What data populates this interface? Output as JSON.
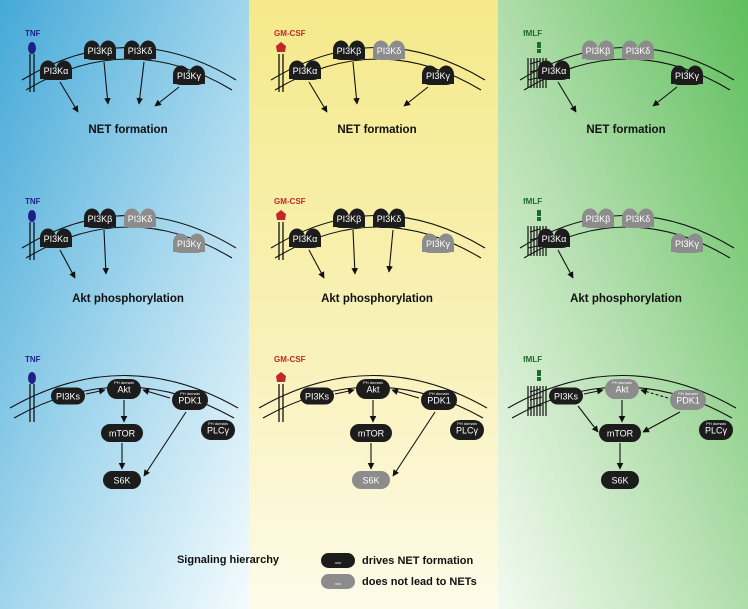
{
  "colors": {
    "active": "#1c1c1c",
    "inactive": "#8c8c8c",
    "tnf": "#1f1f8a",
    "gmcsf": "#c0282b",
    "fmlf": "#1e6b2e",
    "panel_left": "#5ab4dc",
    "panel_mid": "#f7ec9a",
    "panel_right": "#7cc878"
  },
  "stimuli": {
    "tnf": "TNF",
    "gmcsf": "GM-CSF",
    "fmlf": "fMLF"
  },
  "isoforms": {
    "alpha": "PI3Kα",
    "beta": "PI3Kβ",
    "delta": "PI3Kδ",
    "gamma": "PI3Kγ"
  },
  "outcomes": {
    "net": "NET formation",
    "akt": "Akt phosphorylation"
  },
  "signaling": {
    "pi3ks": "PI3Ks",
    "akt": "Akt",
    "pdk1": "PDK1",
    "mtor": "mTOR",
    "plcg": "PLCγ",
    "s6k": "S6K",
    "ph_domain": "PH domain"
  },
  "legend": {
    "title": "Signaling hierarchy",
    "active_label": "drives NET formation",
    "inactive_label": "does not lead to NETs",
    "placeholder": "xxx"
  }
}
